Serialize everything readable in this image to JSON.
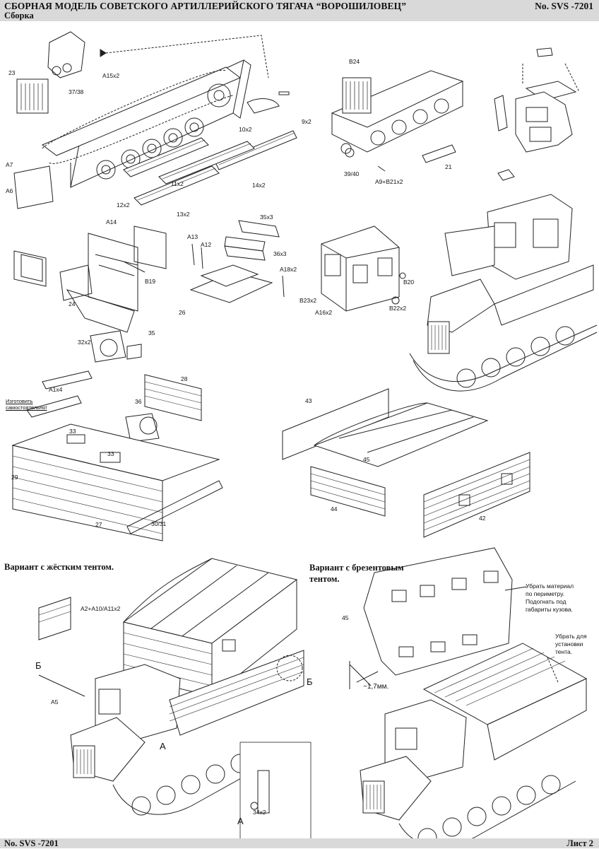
{
  "header": {
    "title": "СБОРНАЯ МОДЕЛЬ СОВЕТСКОГО АРТИЛЛЕРИЙСКОГО ТЯГАЧА “ВОРОШИЛОВЕЦ”",
    "subtitle": "Сборка",
    "number": "No. SVS -7201"
  },
  "footer": {
    "number": "No. SVS -7201",
    "sheet": "Лист 2"
  },
  "part_labels": {
    "p23": "23",
    "p37_38": "37/38",
    "a15x2": "A15x2",
    "a7": "A7",
    "a6": "A6",
    "p9x2": "9x2",
    "p10x2": "10x2",
    "p11x2": "11x2",
    "p12x2": "12x2",
    "p13x2": "13x2",
    "p14x2": "14x2",
    "b24": "B24",
    "p39_40": "39/40",
    "a9_b21x2": "A9+B21x2",
    "p21": "21",
    "a14": "A14",
    "b19": "B19",
    "p24": "24",
    "a13": "A13",
    "a12": "A12",
    "p35x3": "35x3",
    "p36x3": "36x3",
    "a18x2": "A18x2",
    "p26": "26",
    "b20": "B20",
    "b23x2": "B23x2",
    "a16x2": "A16x2",
    "b22x2": "B22x2",
    "p35": "35",
    "p32x2": "32x2",
    "a1x4": "A1x4",
    "p36": "36",
    "p28": "28",
    "p33a": "33",
    "p33b": "33",
    "p29": "29",
    "p27": "27",
    "p30_31": "30/31",
    "p43": "43",
    "p45a": "45",
    "p44": "44",
    "p42": "42",
    "a2_a10_a11x2": "A2+A10/A11x2",
    "b_left": "Б",
    "b_right": "Б",
    "a5": "A5",
    "a_mark": "A",
    "a_detail": "A",
    "p34x2": "34x2",
    "p45b": "45",
    "dim": "~1,7мм."
  },
  "diy_note": "Изготовить самостоятельно!",
  "variants": {
    "hard": "Вариант с жёстким тентом.",
    "canvas_line1": "Вариант с брезентовым",
    "canvas_line2": "тентом."
  },
  "notes": {
    "note1_l1": "Убрать материал",
    "note1_l2": "по периметру.",
    "note1_l3": "Подогнать под",
    "note1_l4": "габариты кузова.",
    "note2_l1": "Убрать для",
    "note2_l2": "установки",
    "note2_l3": "тента."
  },
  "colors": {
    "header_bg": "#d9d9d9",
    "line": "#222222"
  }
}
